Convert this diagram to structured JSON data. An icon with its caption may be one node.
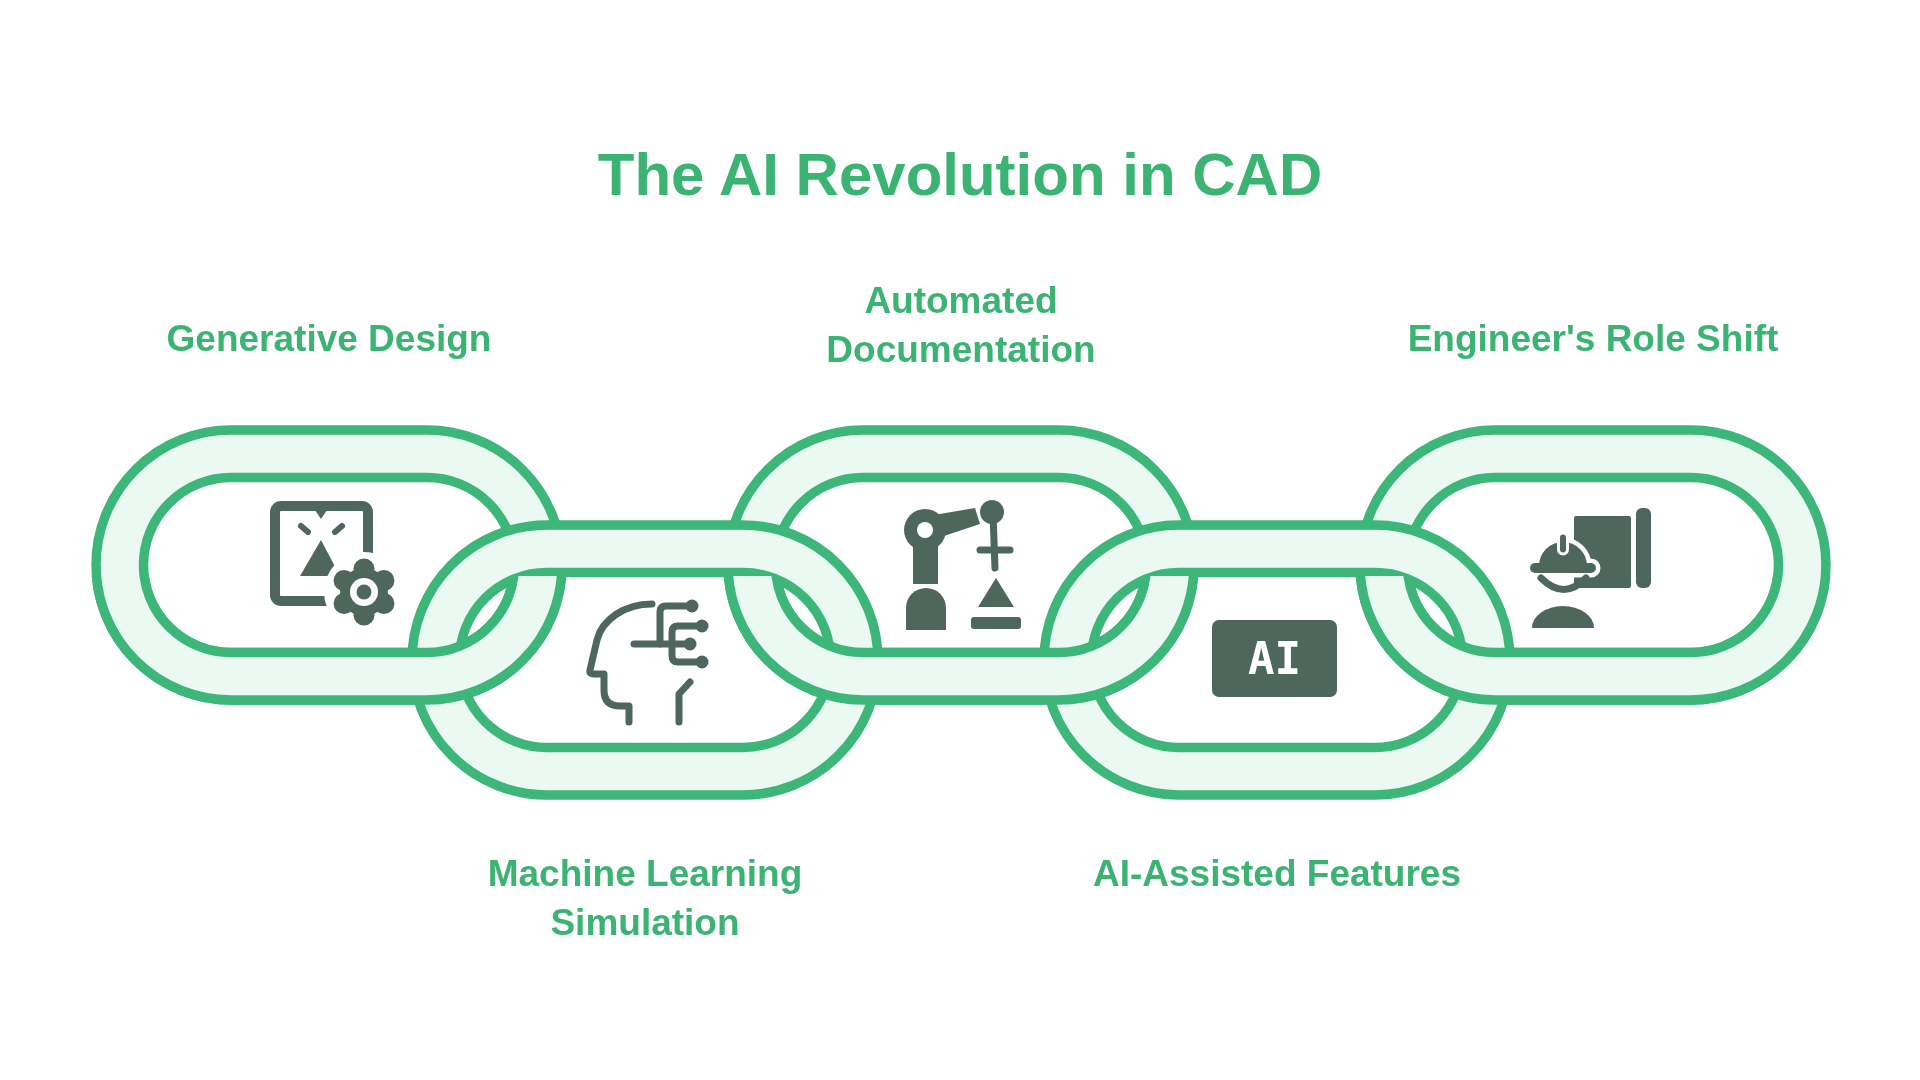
{
  "diagram": {
    "title": "The AI Revolution in CAD",
    "nodes": [
      {
        "text": [
          "Generative Design"
        ]
      },
      {
        "text": [
          "Machine Learning Simulation"
        ]
      },
      {
        "text": [
          "Automated Documentation"
        ]
      },
      {
        "text": [
          "AI",
          "AI-Assisted Features"
        ]
      },
      {
        "text": [
          "Engineer's Role Shift"
        ]
      }
    ]
  }
}
